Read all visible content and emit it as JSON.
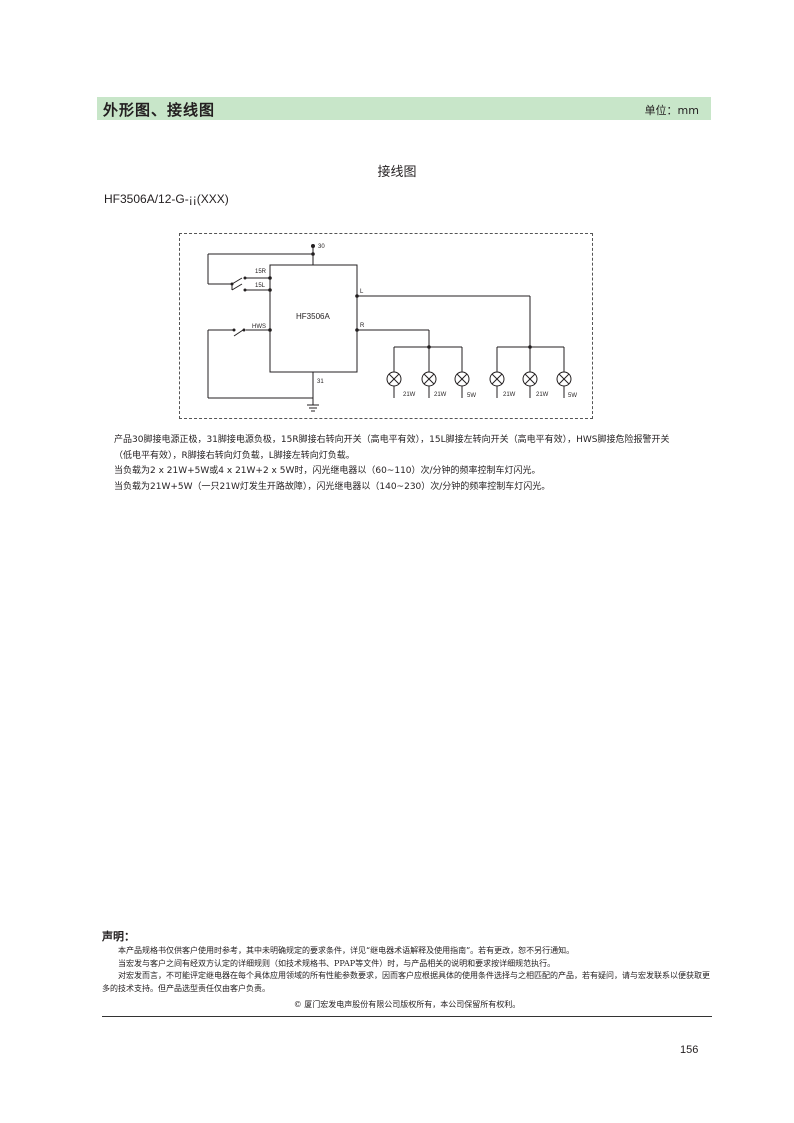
{
  "header": {
    "title": "外形图、接线图",
    "unit": "单位：mm"
  },
  "section_title": "接线图",
  "model_label": "HF3506A/12-G-¡¡(XXX)",
  "diagram": {
    "chip_label": "HF3506A",
    "pins": {
      "p30": "30",
      "p31": "31",
      "p15r": "15R",
      "p15l": "15L",
      "phws": "HWS",
      "pl": "L",
      "pr": "R"
    },
    "lamps": [
      "21W",
      "21W",
      "5W",
      "21W",
      "21W",
      "5W"
    ]
  },
  "notes": [
    "产品30脚接电源正极，31脚接电源负极，15R脚接右转向开关（高电平有效），15L脚接左转向开关（高电平有效），HWS脚接危险报警开关（低电平有效），R脚接右转向灯负载，L脚接左转向灯负载。",
    "当负载为2 x 21W+5W或4 x 21W+2 x 5W时，闪光继电器以（60~110）次/分钟的频率控制车灯闪光。",
    "当负载为21W+5W（一只21W灯发生开路故障），闪光继电器以（140~230）次/分钟的频率控制车灯闪光。"
  ],
  "disclaimer": {
    "title": "声明：",
    "lines": [
      "本产品规格书仅供客户使用时参考，其中未明确规定的要求条件，详见“继电器术语解释及使用指南”。若有更改，恕不另行通知。",
      "当宏发与客户之间有经双方认定的详细规则（如技术规格书、PPAP等文件）时，与产品相关的说明和要求按详细规范执行。",
      "对宏发而言，不可能评定继电器在每个具体应用领域的所有性能参数要求，因而客户应根据具体的使用条件选择与之相匹配的产品，若有疑问，请与宏发联系以便获取更多的技术支持。但产品选型责任仅由客户负责。"
    ],
    "copyright": "© 厦门宏发电声股份有限公司版权所有，本公司保留所有权利。"
  },
  "page_number": "156"
}
